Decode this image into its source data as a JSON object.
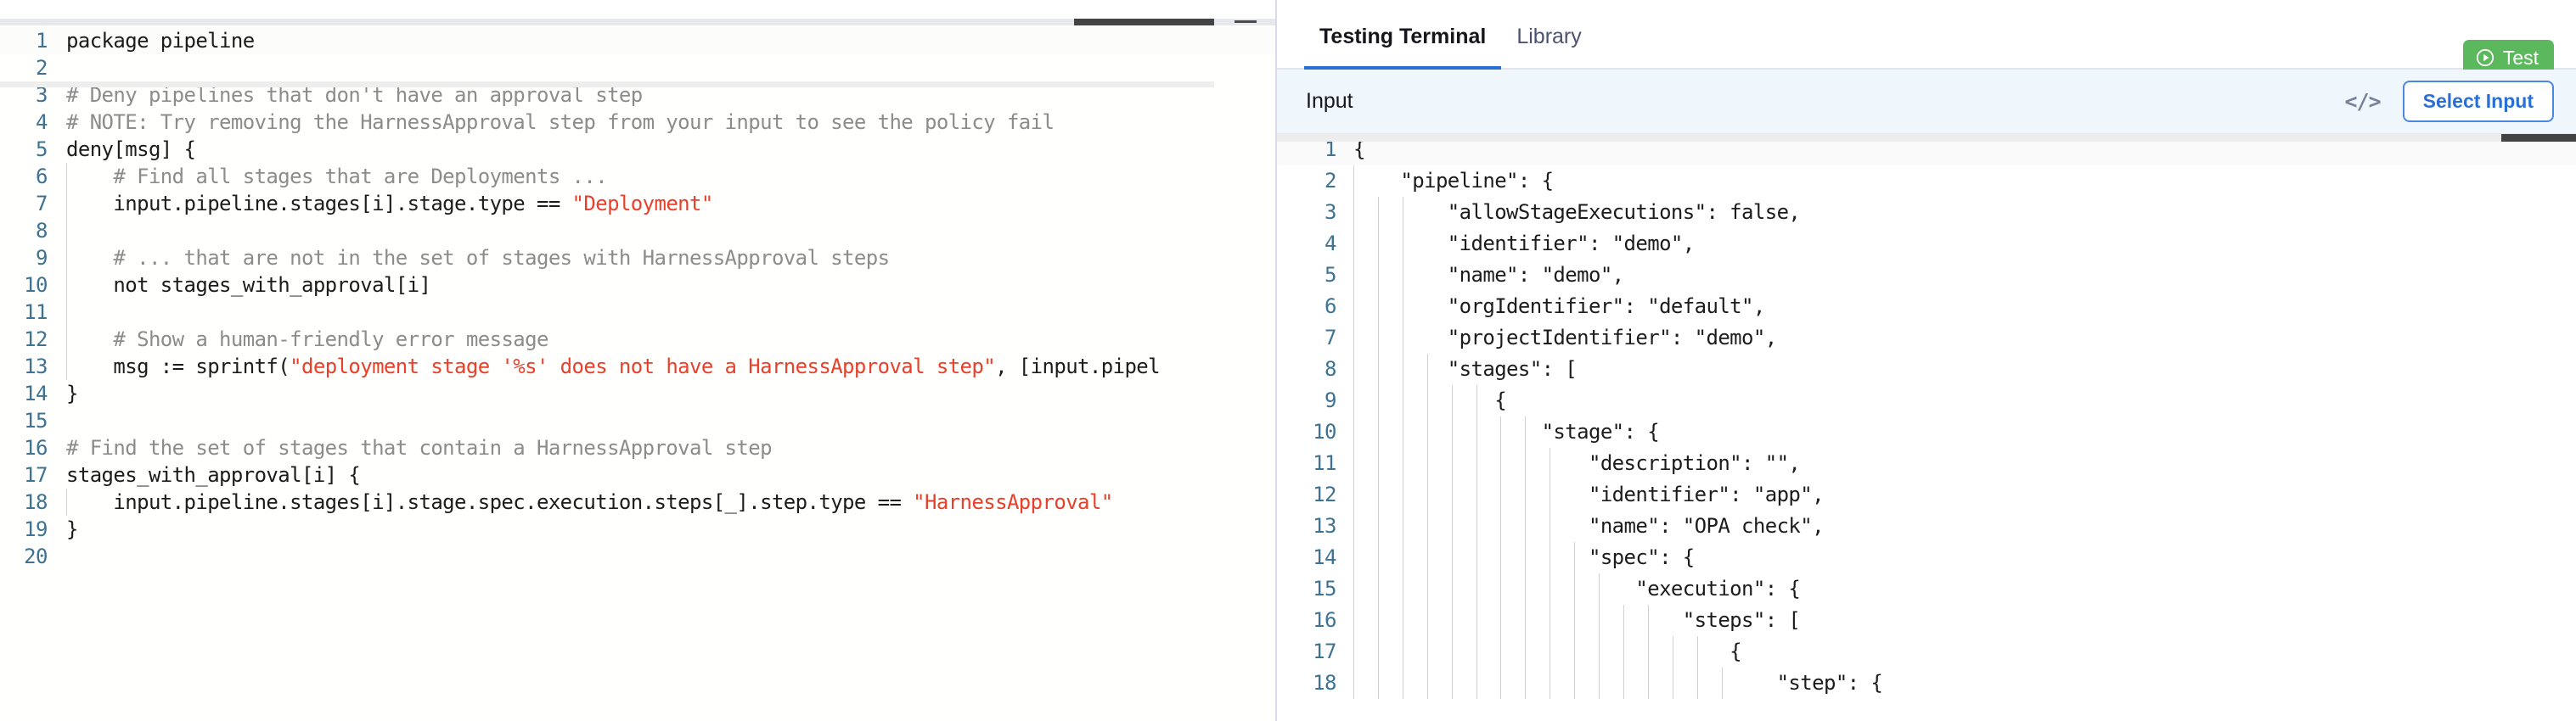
{
  "left_editor": {
    "name": "rego-policy-editor",
    "minimize_label": "—",
    "language": "rego",
    "line_count": 20,
    "lines": [
      {
        "num": 1,
        "indent_guide": false,
        "segments": [
          {
            "t": "package pipeline",
            "c": "plain"
          }
        ]
      },
      {
        "num": 2,
        "indent_guide": false,
        "segments": [
          {
            "t": "",
            "c": "plain"
          }
        ]
      },
      {
        "num": 3,
        "indent_guide": false,
        "segments": [
          {
            "t": "# Deny pipelines that don't have an approval step",
            "c": "comment"
          }
        ]
      },
      {
        "num": 4,
        "indent_guide": false,
        "segments": [
          {
            "t": "# NOTE: Try removing the HarnessApproval step from your input to see the policy fail",
            "c": "comment"
          }
        ]
      },
      {
        "num": 5,
        "indent_guide": false,
        "segments": [
          {
            "t": "deny[msg] {",
            "c": "plain"
          }
        ]
      },
      {
        "num": 6,
        "indent_guide": true,
        "segments": [
          {
            "t": "    # Find all stages that are Deployments ...",
            "c": "comment"
          }
        ]
      },
      {
        "num": 7,
        "indent_guide": true,
        "segments": [
          {
            "t": "    input.pipeline.stages[i].stage.type == ",
            "c": "plain"
          },
          {
            "t": "\"Deployment\"",
            "c": "string"
          }
        ]
      },
      {
        "num": 8,
        "indent_guide": true,
        "segments": [
          {
            "t": "",
            "c": "plain"
          }
        ]
      },
      {
        "num": 9,
        "indent_guide": true,
        "segments": [
          {
            "t": "    # ... that are not in the set of stages with HarnessApproval steps",
            "c": "comment"
          }
        ]
      },
      {
        "num": 10,
        "indent_guide": true,
        "segments": [
          {
            "t": "    not stages_with_approval[i]",
            "c": "plain"
          }
        ]
      },
      {
        "num": 11,
        "indent_guide": true,
        "segments": [
          {
            "t": "",
            "c": "plain"
          }
        ]
      },
      {
        "num": 12,
        "indent_guide": true,
        "segments": [
          {
            "t": "    # Show a human-friendly error message",
            "c": "comment"
          }
        ]
      },
      {
        "num": 13,
        "indent_guide": true,
        "segments": [
          {
            "t": "    msg := sprintf(",
            "c": "plain"
          },
          {
            "t": "\"deployment stage '%s' does not have a HarnessApproval step\"",
            "c": "string"
          },
          {
            "t": ", [input.pipel",
            "c": "plain"
          }
        ]
      },
      {
        "num": 14,
        "indent_guide": false,
        "segments": [
          {
            "t": "}",
            "c": "plain"
          }
        ]
      },
      {
        "num": 15,
        "indent_guide": false,
        "segments": [
          {
            "t": "",
            "c": "plain"
          }
        ]
      },
      {
        "num": 16,
        "indent_guide": false,
        "segments": [
          {
            "t": "# Find the set of stages that contain a HarnessApproval step",
            "c": "comment"
          }
        ]
      },
      {
        "num": 17,
        "indent_guide": false,
        "segments": [
          {
            "t": "stages_with_approval[i] {",
            "c": "plain"
          }
        ]
      },
      {
        "num": 18,
        "indent_guide": true,
        "segments": [
          {
            "t": "    input.pipeline.stages[i].stage.spec.execution.steps[_].step.type == ",
            "c": "plain"
          },
          {
            "t": "\"HarnessApproval\"",
            "c": "string"
          }
        ]
      },
      {
        "num": 19,
        "indent_guide": false,
        "segments": [
          {
            "t": "}",
            "c": "plain"
          }
        ]
      },
      {
        "num": 20,
        "indent_guide": false,
        "segments": [
          {
            "t": "",
            "c": "plain"
          }
        ]
      }
    ]
  },
  "right_panel": {
    "tabs": [
      {
        "label": "Testing Terminal",
        "active": true
      },
      {
        "label": "Library",
        "active": false
      }
    ],
    "test_button": {
      "label": "Test",
      "icon": "play-circle-icon",
      "color": "#5cb85c"
    },
    "input_section": {
      "title": "Input",
      "code_icon": "</>",
      "select_input_label": "Select Input"
    },
    "json_editor": {
      "name": "input-json-editor",
      "line_count": 18,
      "lines": [
        {
          "num": 1,
          "guides": 0,
          "text": "{"
        },
        {
          "num": 2,
          "guides": 1,
          "text": "    \"pipeline\": {"
        },
        {
          "num": 3,
          "guides": 3,
          "text": "        \"allowStageExecutions\": false,"
        },
        {
          "num": 4,
          "guides": 3,
          "text": "        \"identifier\": \"demo\","
        },
        {
          "num": 5,
          "guides": 3,
          "text": "        \"name\": \"demo\","
        },
        {
          "num": 6,
          "guides": 3,
          "text": "        \"orgIdentifier\": \"default\","
        },
        {
          "num": 7,
          "guides": 3,
          "text": "        \"projectIdentifier\": \"demo\","
        },
        {
          "num": 8,
          "guides": 4,
          "text": "        \"stages\": ["
        },
        {
          "num": 9,
          "guides": 6,
          "text": "            {"
        },
        {
          "num": 10,
          "guides": 8,
          "text": "                \"stage\": {"
        },
        {
          "num": 11,
          "guides": 9,
          "text": "                    \"description\": \"\","
        },
        {
          "num": 12,
          "guides": 9,
          "text": "                    \"identifier\": \"app\","
        },
        {
          "num": 13,
          "guides": 9,
          "text": "                    \"name\": \"OPA check\","
        },
        {
          "num": 14,
          "guides": 10,
          "text": "                    \"spec\": {"
        },
        {
          "num": 15,
          "guides": 11,
          "text": "                        \"execution\": {"
        },
        {
          "num": 16,
          "guides": 13,
          "text": "                            \"steps\": ["
        },
        {
          "num": 17,
          "guides": 15,
          "text": "                                {"
        },
        {
          "num": 18,
          "guides": 16,
          "text": "                                    \"step\": {"
        }
      ]
    }
  },
  "colors": {
    "accent_blue": "#2a6fd6",
    "test_green": "#5cb85c",
    "comment_gray": "#8c8c8c",
    "string_red": "#e8402a",
    "gutter_blue": "#3d7292",
    "input_bar_bg": "#f0f7fc"
  }
}
